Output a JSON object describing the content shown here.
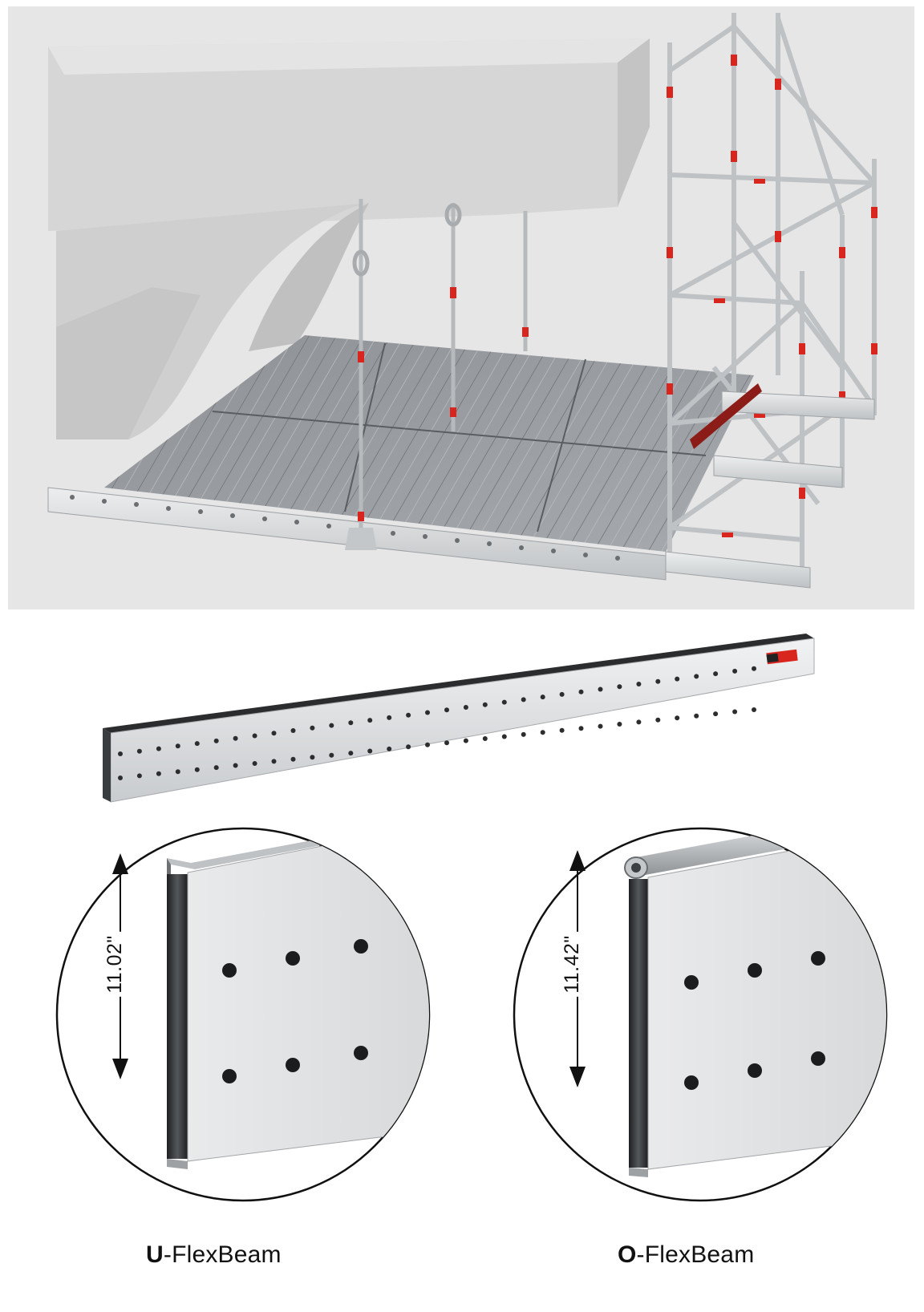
{
  "products": [
    {
      "prefix": "U",
      "name": "-FlexBeam",
      "height_label": "11.02\""
    },
    {
      "prefix": "O",
      "name": "-FlexBeam",
      "height_label": "11.42\""
    }
  ],
  "colors": {
    "accent_red": "#d8261f",
    "steel": "#c9ccce",
    "concrete": "#d9d9d9",
    "background": "#e6e6e6"
  }
}
